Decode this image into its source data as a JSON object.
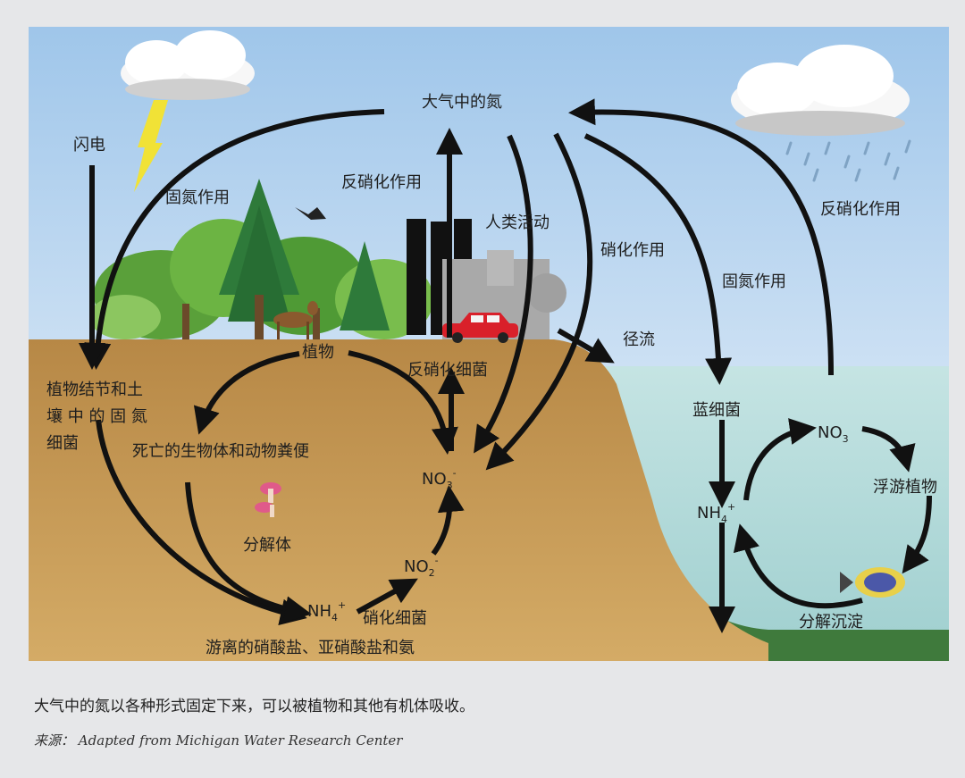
{
  "labels": {
    "atmospheric_nitrogen": "大气中的氮",
    "lightning": "闪电",
    "fixation_left": "固氮作用",
    "denitrification_top": "反硝化作用",
    "human_activity": "人类活动",
    "nitrification": "硝化作用",
    "fixation_right": "固氮作用",
    "denitrification_right": "反硝化作用",
    "runoff": "径流",
    "plants": "植物",
    "denitrifying_bacteria": "反硝化细菌",
    "nodule_bacteria_line1": "植物结节和土",
    "nodule_bacteria_line2": "壤 中 的 固 氮",
    "nodule_bacteria_line3": "细菌",
    "dead_matter": "死亡的生物体和动物粪便",
    "decomposers": "分解体",
    "nitrifying_bacteria": "硝化细菌",
    "free_compounds": "游离的硝酸盐、亚硝酸盐和氨",
    "cyanobacteria": "蓝细菌",
    "plankton": "浮游植物",
    "decomposition_sediment": "分解沉淀",
    "no3_soil": "NO",
    "no3_soil_sub": "3",
    "no3_soil_sup": "-",
    "no2_soil": "NO",
    "no2_soil_sub": "2",
    "no2_soil_sup": "-",
    "nh4_soil": "NH",
    "nh4_soil_sub": "4",
    "nh4_soil_sup": "+",
    "no3_water": "NO",
    "no3_water_sub": "3",
    "nh4_water": "NH",
    "nh4_water_sub": "4",
    "nh4_water_sup": "+"
  },
  "caption": "大气中的氮以各种形式固定下来，可以被植物和其他有机体吸收。",
  "source": "来源： Adapted from Michigan Water Research Center",
  "colors": {
    "sky_top": "#9fc6ea",
    "sky_bottom": "#f3f7fc",
    "soil": "#c69a55",
    "water": "#a9d6d6",
    "arrow": "#111111",
    "lightning": "#f1e236",
    "car": "#d9202a"
  }
}
